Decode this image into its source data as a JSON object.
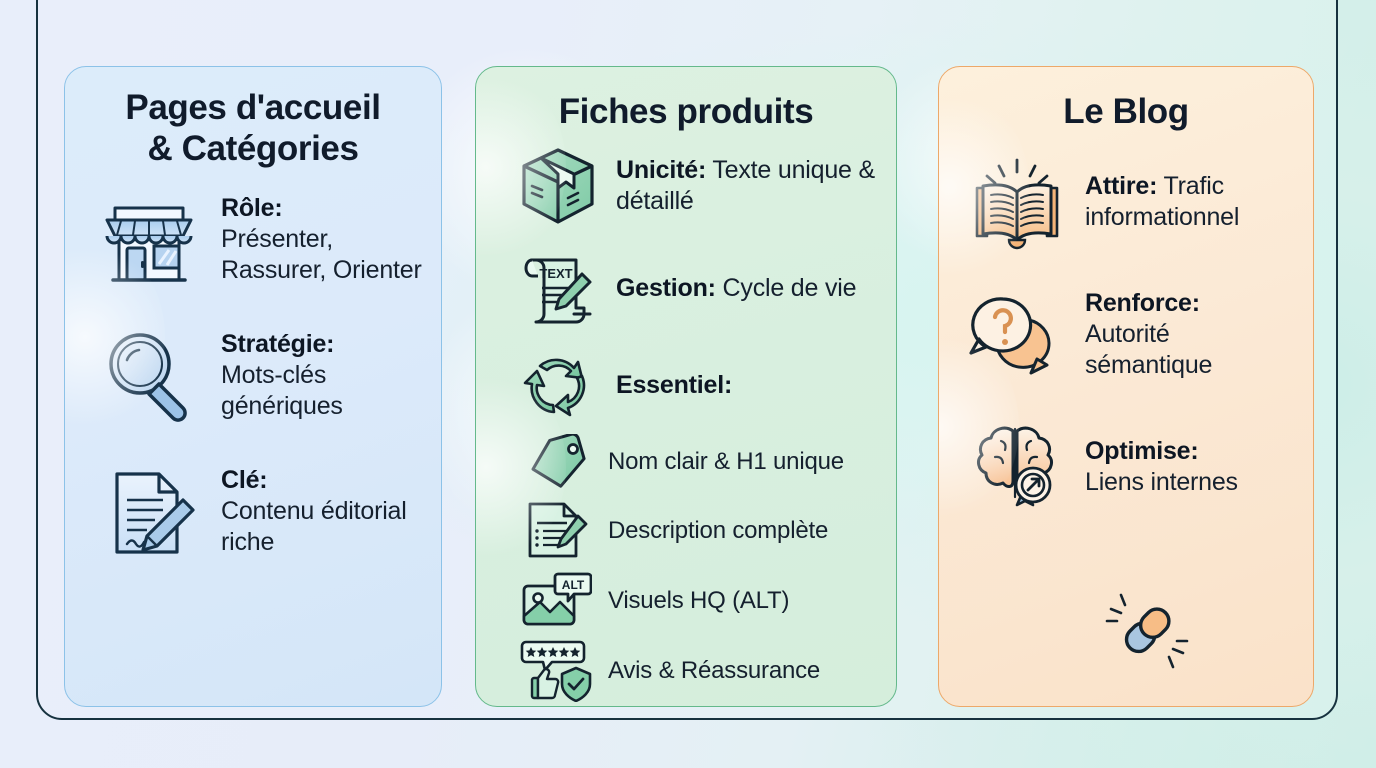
{
  "infographic": {
    "title_implicit": "",
    "columns": [
      {
        "id": "home",
        "title": "Pages d'accueil\n& Catégories",
        "title_line1": "Pages d'accueil",
        "title_line2": "& Catégories",
        "accent": "#8cc2e8",
        "background": "#dcecfa",
        "items": [
          {
            "icon": "storefront-icon",
            "label": "Rôle:",
            "text": "Présenter, Rassurer, Orienter"
          },
          {
            "icon": "magnifier-icon",
            "label": "Stratégie:",
            "text": "Mots-clés génériques"
          },
          {
            "icon": "document-pen-icon",
            "label": "Clé:",
            "text": "Contenu éditorial riche"
          }
        ]
      },
      {
        "id": "product",
        "title": "Fiches produits",
        "accent": "#64b98b",
        "background": "#ddf1e1",
        "items": [
          {
            "icon": "package-box-icon",
            "label": "Unicité:",
            "text": "Texte unique & détaillé"
          },
          {
            "icon": "text-scroll-pencil-icon",
            "label": "Gestion:",
            "text": "Cycle de vie"
          },
          {
            "icon": "recycle-cycle-icon",
            "label": "Essentiel:",
            "text": ""
          }
        ],
        "subitems": [
          {
            "icon": "price-tag-icon",
            "text": "Nom clair & H1 unique"
          },
          {
            "icon": "description-list-pencil-icon",
            "text": "Description complète"
          },
          {
            "icon": "image-alt-icon",
            "text": "Visuels HQ (ALT)"
          },
          {
            "icon": "review-thumbsup-shield-icon",
            "text": "Avis & Réassurance"
          }
        ]
      },
      {
        "id": "blog",
        "title": "Le Blog",
        "accent": "#eda869",
        "background": "#fdf0dc",
        "items": [
          {
            "icon": "open-book-icon",
            "label": "Attire:",
            "text": "Trafic informationnel"
          },
          {
            "icon": "question-speech-bubble-icon",
            "label": "Renforce:",
            "text": "Autorité sémantique"
          },
          {
            "icon": "brain-badge-icon",
            "label": "Optimise:",
            "text": "Liens internes"
          }
        ],
        "extra_icon": "chain-link-icon"
      }
    ],
    "connectors": [
      {
        "from": "home",
        "to": "product",
        "icon": "curved-arrow-right-icon"
      },
      {
        "from": "product",
        "to": "blog",
        "icon": "curved-arrow-right-icon"
      }
    ]
  }
}
